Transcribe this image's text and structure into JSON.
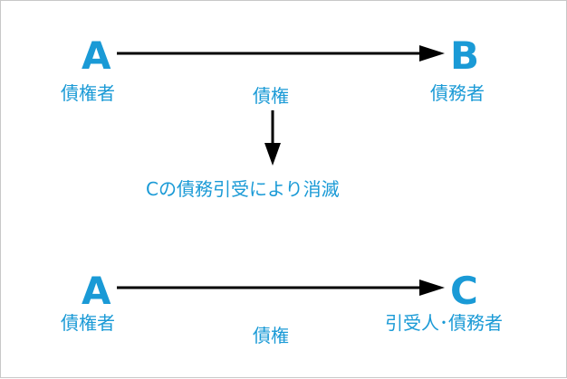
{
  "colors": {
    "text": "#1a9ad6",
    "arrow": "#000000",
    "border": "#c8c8c8",
    "background": "#ffffff"
  },
  "top": {
    "node_a": {
      "letter": "A",
      "label": "債権者"
    },
    "node_b": {
      "letter": "B",
      "label": "債務者"
    },
    "edge_label": "債権",
    "result_text": "Cの債務引受により消滅"
  },
  "bottom": {
    "node_a": {
      "letter": "A",
      "label": "債権者"
    },
    "node_c": {
      "letter": "C",
      "label": "引受人･債務者"
    },
    "edge_label": "債権"
  }
}
